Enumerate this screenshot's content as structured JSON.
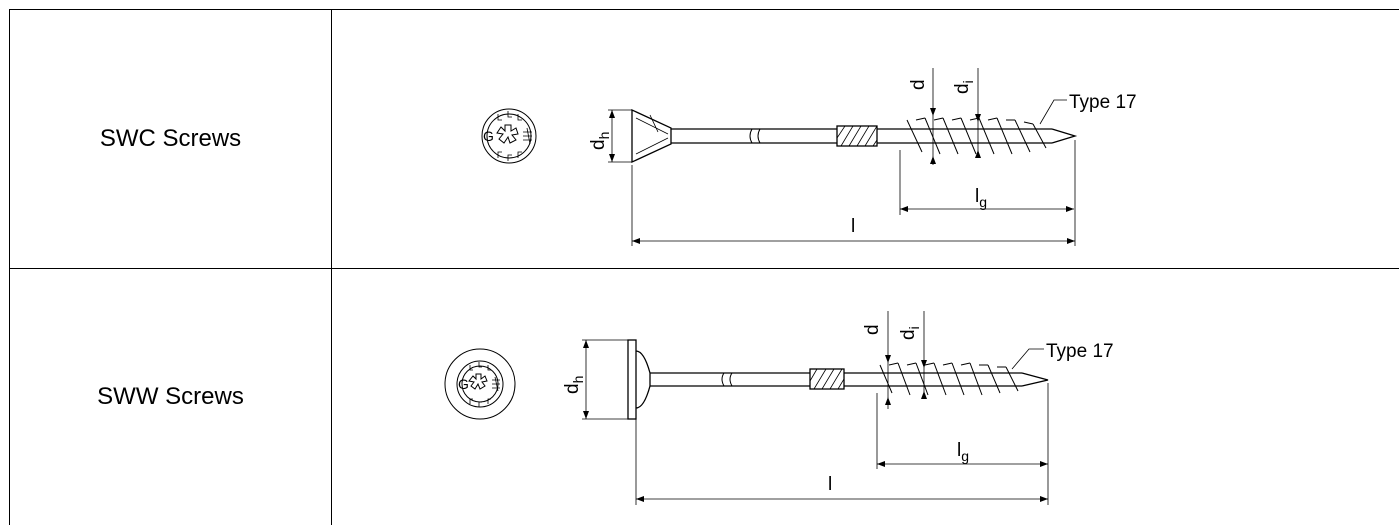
{
  "rows": [
    {
      "label": "SWC Screws",
      "dim_d": "d",
      "dim_di": "d",
      "dim_di_sub": "i",
      "dim_dh": "d",
      "dim_dh_sub": "h",
      "dim_lg": "l",
      "dim_lg_sub": "g",
      "dim_l": "l",
      "callout": "Type 17",
      "head_marking_letter": "G"
    },
    {
      "label": "SWW Screws",
      "dim_d": "d",
      "dim_di": "d",
      "dim_di_sub": "i",
      "dim_dh": "d",
      "dim_dh_sub": "h",
      "dim_lg": "l",
      "dim_lg_sub": "g",
      "dim_l": "l",
      "callout": "Type 17",
      "head_marking_letter": "G"
    }
  ]
}
